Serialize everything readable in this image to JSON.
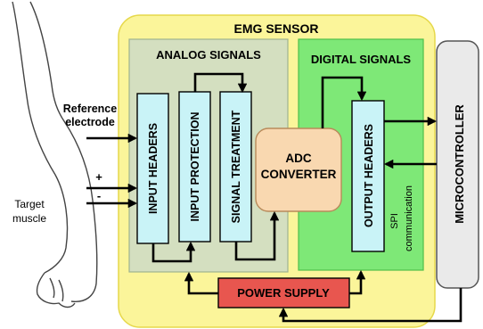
{
  "sensor": {
    "title": "EMG SENSOR"
  },
  "analog": {
    "title": "ANALOG SIGNALS"
  },
  "digital": {
    "title": "DIGITAL SIGNALS"
  },
  "blocks": {
    "input_headers": "INPUT HEADERS",
    "input_protection": "INPUT PROTECTION",
    "signal_treatment": "SIGNAL TREATMENT",
    "adc_line1": "ADC",
    "adc_line2": "CONVERTER",
    "output_headers": "OUTPUT HEADERS",
    "power_supply": "POWER SUPPLY",
    "microcontroller": "MICROCONTROLLER"
  },
  "labels": {
    "reference_line1": "Reference",
    "reference_line2": "electrode",
    "plus": "+",
    "minus": "-",
    "target_line1": "Target",
    "target_line2": "muscle",
    "spi_line1": "SPI",
    "spi_line2": "communication"
  },
  "colors": {
    "sensor_bg": "#fbf59a",
    "analog_bg": "#d4dfc0",
    "digital_bg": "#7ee877",
    "block_bg": "#c9f3f7",
    "adc_bg": "#f9d8b0",
    "power_bg": "#e8564f",
    "micro_bg": "#eaeaea"
  }
}
